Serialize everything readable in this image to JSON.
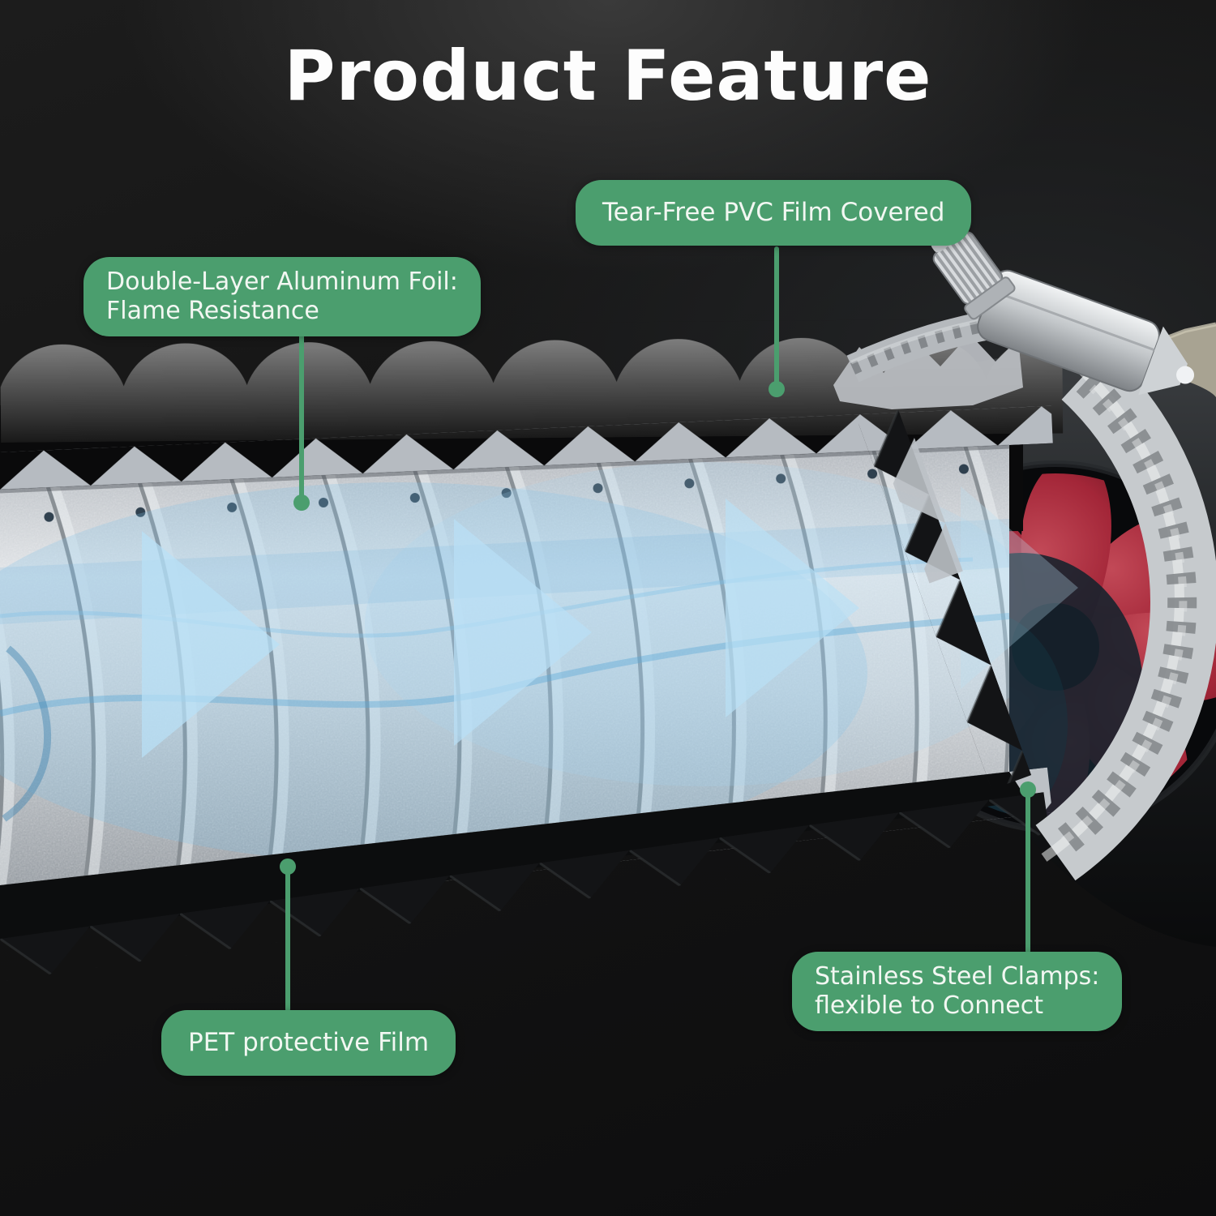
{
  "title": "Product Feature",
  "colors": {
    "accent_green": "#4B9E6E",
    "label_text": "#F2F7F2",
    "airflow_blue": "#9ED3F2",
    "impeller_red": "#A32638",
    "foil_silver": "#C7CBD0",
    "background_dark": "#141414"
  },
  "callouts": {
    "pvc": {
      "text": "Tear-Free PVC Film Covered"
    },
    "foil": {
      "text": "Double-Layer Aluminum Foil:\nFlame Resistance"
    },
    "clamp": {
      "text": "Stainless Steel Clamps:\nflexible to Connect"
    },
    "pet": {
      "text": "PET protective Film"
    }
  }
}
